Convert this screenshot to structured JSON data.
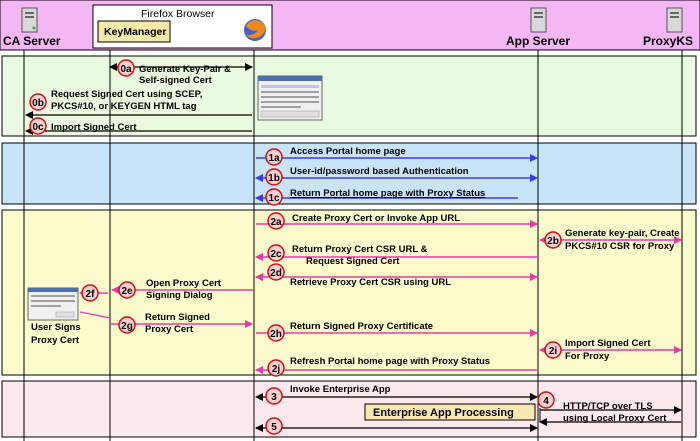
{
  "colors": {
    "header_bg": "#f4b6f4",
    "section_0_bg": "#eafae0",
    "section_1_bg": "#c8e4f8",
    "section_2_bg": "#fbfbcc",
    "section_3_bg": "#fbe9ee",
    "blue_arrow": "#3a3af0",
    "magenta_arrow": "#e83aa6",
    "black_arrow": "#000000",
    "badge_fill": "#f8d0d0",
    "badge_stroke": "#d01010",
    "km_box": "#f6e8a6",
    "eap_box": "#fbe8b0"
  },
  "header": {
    "ca_server": "CA Server",
    "firefox_browser": "Firefox Browser",
    "key_manager": "KeyManager",
    "app_server": "App Server",
    "proxy_ks": "ProxyKS"
  },
  "steps": {
    "s0a": {
      "badge": "0a",
      "lines": [
        "Generate Key-Pair &",
        "Self-signed Cert"
      ]
    },
    "s0b": {
      "badge": "0b",
      "lines": [
        "Request Signed Cert using SCEP,",
        "PKCS#10, or KEYGEN HTML tag"
      ]
    },
    "s0c": {
      "badge": "0c",
      "lines": [
        "Import Signed Cert"
      ]
    },
    "s1a": {
      "badge": "1a",
      "lines": [
        "Access Portal home page"
      ]
    },
    "s1b": {
      "badge": "1b",
      "lines": [
        "User-id/password based Authentication"
      ]
    },
    "s1c": {
      "badge": "1c",
      "lines": [
        "Return  Portal home page with Proxy Status"
      ]
    },
    "s2a": {
      "badge": "2a",
      "lines": [
        "Create Proxy Cert or Invoke App URL"
      ]
    },
    "s2b": {
      "badge": "2b",
      "lines": [
        "Generate key-pair, Create",
        "PKCS#10 CSR for Proxy"
      ]
    },
    "s2c": {
      "badge": "2c",
      "lines": [
        "Return Proxy Cert CSR URL &",
        "Request Signed Cert"
      ]
    },
    "s2d": {
      "badge": "2d",
      "lines": [
        "Retrieve Proxy Cert CSR using URL"
      ]
    },
    "s2e": {
      "badge": "2e",
      "lines": [
        "Open Proxy Cert",
        "Signing Dialog"
      ]
    },
    "s2f": {
      "badge": "2f",
      "lines": []
    },
    "s2g": {
      "badge": "2g",
      "lines": [
        "Return Signed",
        "Proxy Cert"
      ]
    },
    "s2h": {
      "badge": "2h",
      "lines": [
        "Return Signed Proxy Certificate"
      ]
    },
    "s2i": {
      "badge": "2i",
      "lines": [
        "Import Signed Cert",
        "For Proxy"
      ]
    },
    "s2j": {
      "badge": "2j",
      "lines": [
        "Refresh Portal home page with Proxy Status"
      ]
    },
    "s3": {
      "badge": "3",
      "lines": [
        "Invoke Enterprise App"
      ]
    },
    "s4": {
      "badge": "4",
      "lines": [
        "HTTP/TCP over TLS",
        "using Local Proxy Cert"
      ]
    },
    "s5": {
      "badge": "5",
      "lines": []
    }
  },
  "user_signs": [
    "User Signs",
    "Proxy Cert"
  ],
  "enterprise_app": "Enterprise App  Processing"
}
